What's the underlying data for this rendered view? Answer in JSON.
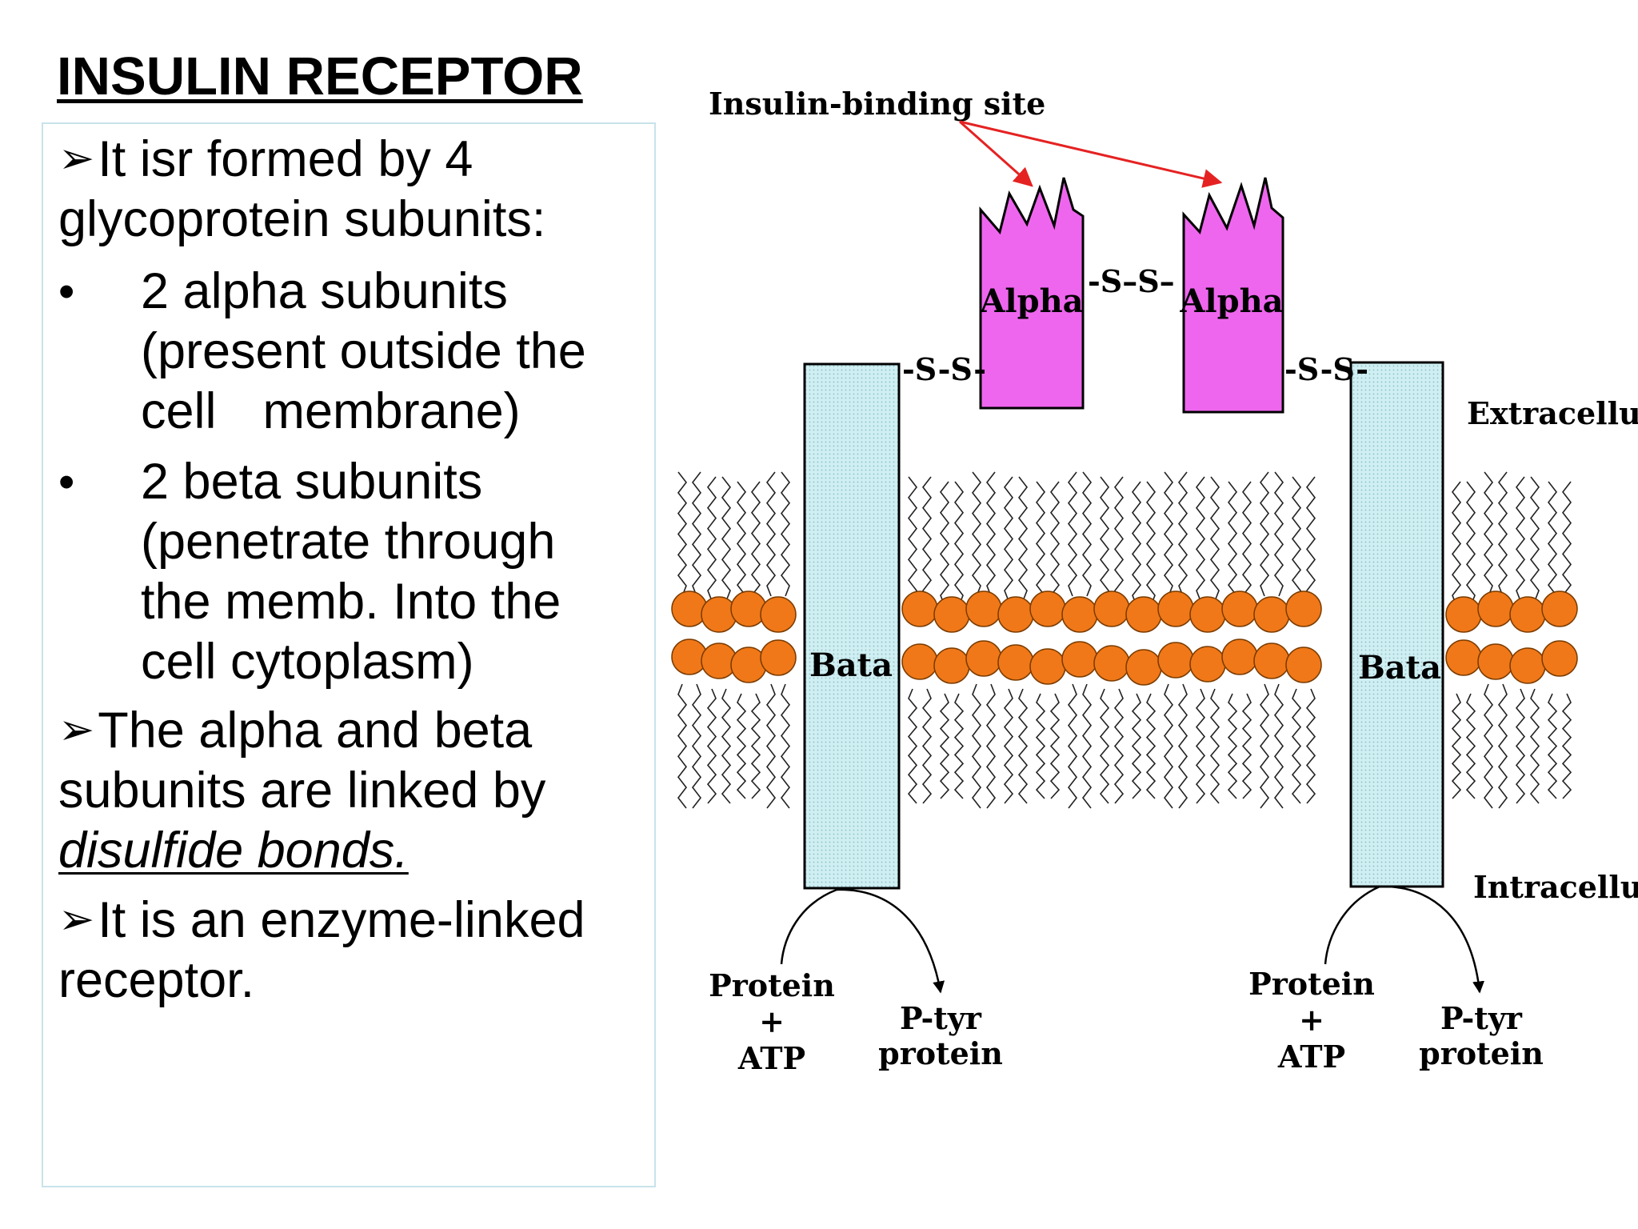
{
  "slide": {
    "title": "INSULIN RECEPTOR",
    "bullets": {
      "b1_line1": "It isr formed by 4",
      "b1_line2": "glycoprotein subunits:",
      "s1_line1": "2 alpha subunits",
      "s1_line2": "(present outside the",
      "s1_line3a": "cell",
      "s1_line3b": "membrane)",
      "s2_line1": "2 beta subunits",
      "s2_line2": "(penetrate through",
      "s2_line3": "the memb. Into the",
      "s2_line4": "cell cytoplasm)",
      "b2_line1": "The alpha and beta",
      "b2_line2": "subunits are linked by",
      "b2_line3": "disulfide bonds.",
      "b3_line1": "It is an enzyme-linked",
      "b3_line2": "receptor."
    },
    "arrow_glyph": "➢",
    "bullet_glyph": "•"
  },
  "diagram": {
    "binding_site_label": "Insulin-binding site",
    "alpha_label": "Alpha",
    "beta_label": "Bata",
    "ss_label": "-S-S-",
    "ss_center_label": "-S–S–",
    "extracellular_label": "Extracellular",
    "intracellular_label": "Intracellular",
    "protein_label": "Protein",
    "plus_label": "+",
    "atp_label": "ATP",
    "ptyr_label": "P-tyr",
    "ptyr_protein_label": "protein",
    "colors": {
      "alpha_fill": "#ee66ee",
      "beta_fill": "#cfeff2",
      "head_fill": "#f07818",
      "arrow_red": "#e52222"
    }
  }
}
